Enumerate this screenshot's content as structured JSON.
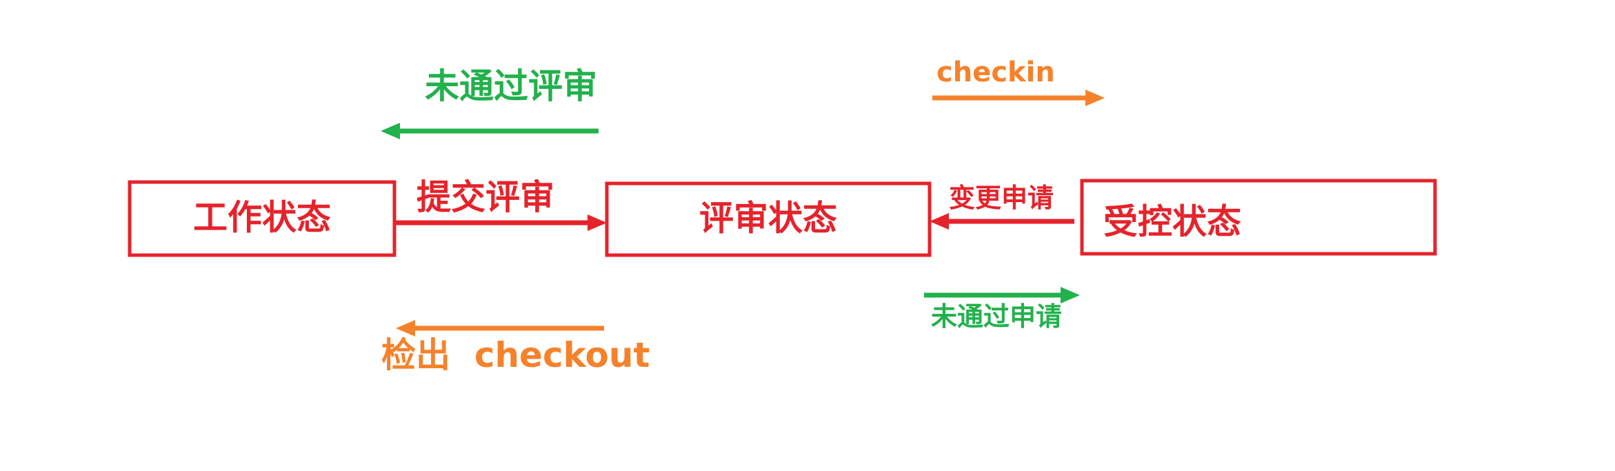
{
  "colors": {
    "state_border": "#e5232b",
    "red": "#e5232b",
    "green": "#22b14c",
    "orange": "#f5822a"
  },
  "states": {
    "working": "工作状态",
    "review": "评审状态",
    "controlled": "受控状态"
  },
  "transitions": {
    "review_not_passed": "未通过评审",
    "submit_review": "提交评审",
    "checkout": "检出  checkout",
    "checkin": "checkin",
    "change_request": "变更申请",
    "request_not_passed": "未通过申请"
  }
}
